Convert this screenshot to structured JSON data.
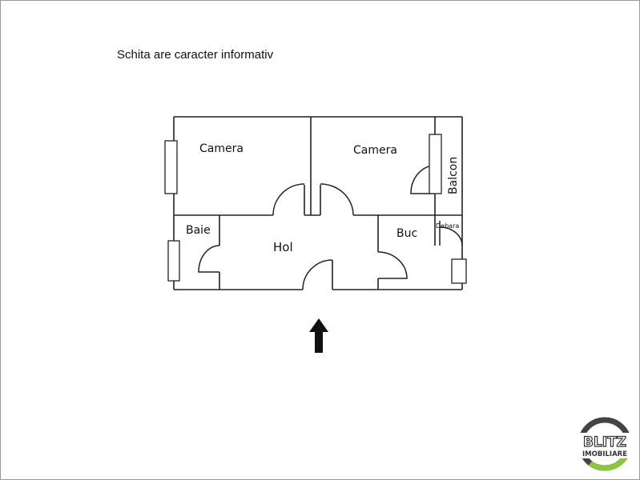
{
  "note": "Schita are caracter informativ",
  "rooms": {
    "camera_left": "Camera",
    "camera_right": "Camera",
    "balcon": "Balcon",
    "baie": "Baie",
    "hol": "Hol",
    "buc": "Buc",
    "debara": "Debara"
  },
  "entrance_icon": "arrow-up-icon",
  "logo": {
    "line1": "BLITZ",
    "line2": "IMOBILIARE",
    "accent": "#8cc63f",
    "ring": "#444444"
  }
}
